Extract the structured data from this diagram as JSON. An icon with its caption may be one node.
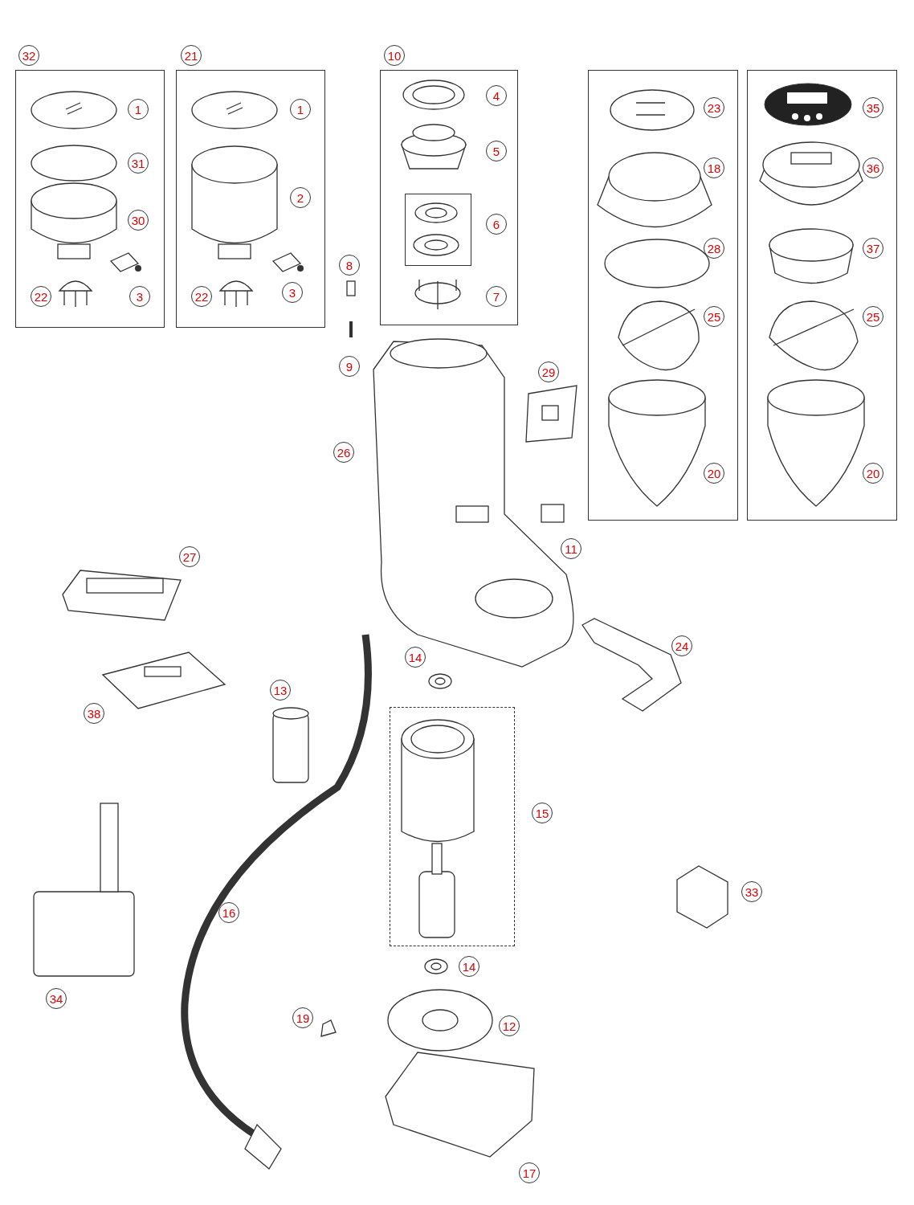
{
  "diagram": {
    "nodes": [
      {
        "text": [
          "32",
          "1",
          "31",
          "30",
          "22",
          "3"
        ]
      },
      {
        "text": [
          "21",
          "1",
          "2",
          "22",
          "3"
        ]
      },
      {
        "text": [
          "10",
          "4",
          "5",
          "6",
          "7"
        ]
      },
      {
        "text": [],
        "shape": "box",
        "in": 2
      },
      {
        "text": [
          "23",
          "18",
          "28",
          "25",
          "20"
        ]
      },
      {
        "text": [
          "35",
          "36",
          "37",
          "25",
          "20"
        ]
      },
      {
        "text": [],
        "shape": "box",
        "beside": [
          "15"
        ]
      }
    ],
    "labels": [
      "8",
      "9",
      "29",
      "26",
      "11",
      "27",
      "24",
      "14",
      "38",
      "13",
      "16",
      "33",
      "34",
      "14",
      "19",
      "12",
      "17"
    ]
  }
}
